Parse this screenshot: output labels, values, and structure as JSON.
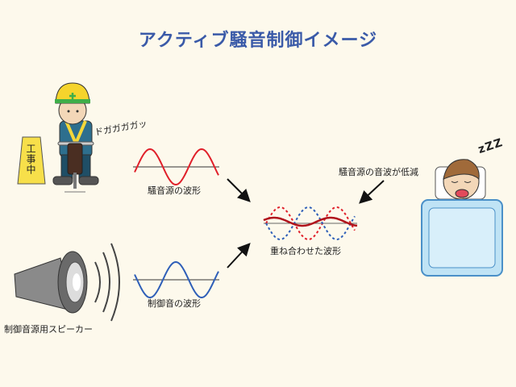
{
  "title": "アクティブ騒音制御イメージ",
  "sign_text": "工事中",
  "sound_effect": "ドガガガガッ",
  "noise_wave_label": "騒音源の波形",
  "control_wave_label": "制御音の波形",
  "combined_wave_label": "重ね合わせた波形",
  "reduced_label": "騒音源の音波が低減",
  "speaker_label": "制御音源用スピーカー",
  "sleep_text": "zZZ",
  "colors": {
    "title": "#3a5aa8",
    "noise": "#e0202a",
    "control": "#2f5fb8",
    "combined": "#b0141c",
    "background": "#fdf9ec"
  }
}
